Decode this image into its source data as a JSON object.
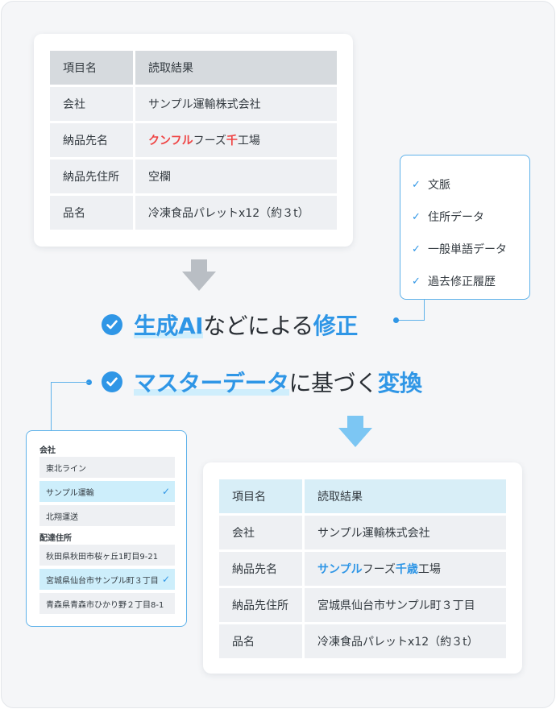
{
  "top_table": {
    "header": [
      "項目名",
      "読取結果"
    ],
    "rows": [
      {
        "label": "会社",
        "value": "サンプル運輸株式会社"
      },
      {
        "label": "納品先名",
        "value_parts": [
          "クンフル",
          "フーズ",
          "千",
          "工場"
        ]
      },
      {
        "label": "納品先住所",
        "value": "空欄"
      },
      {
        "label": "品名",
        "value": "冷凍食品パレットx12（約３t）"
      }
    ]
  },
  "sources": {
    "items": [
      "文脈",
      "住所データ",
      "一般単語データ",
      "過去修正履歴"
    ]
  },
  "headline1": {
    "part1": "生成AI",
    "part2": "などによる",
    "part3": "修正"
  },
  "headline2": {
    "part1": "マスターデータ",
    "part2": "に基づく",
    "part3": "変換"
  },
  "master": {
    "company_label": "会社",
    "companies": [
      "東北ライン",
      "サンプル運輸",
      "北翔運送"
    ],
    "company_selected_index": 1,
    "address_label": "配達住所",
    "addresses": [
      "秋田県秋田市桜ヶ丘1町目9-21",
      "宮城県仙台市サンプル町３丁目",
      "青森県青森市ひかり野２丁目8-1"
    ],
    "address_selected_index": 1
  },
  "bottom_table": {
    "header": [
      "項目名",
      "読取結果"
    ],
    "rows": [
      {
        "label": "会社",
        "value": "サンプル運輸株式会社"
      },
      {
        "label": "納品先名",
        "value_parts": [
          "サンプル",
          "フーズ",
          "千歳",
          "工場"
        ]
      },
      {
        "label": "納品先住所",
        "value": "宮城県仙台市サンプル町３丁目"
      },
      {
        "label": "品名",
        "value": "冷凍食品パレットx12（約３t）"
      }
    ]
  },
  "colors": {
    "accent": "#2f96e6",
    "error": "#ef4444",
    "highlight": "#cfeefc"
  },
  "icons": [
    "check-circle-icon",
    "check-icon",
    "arrow-down-icon"
  ]
}
